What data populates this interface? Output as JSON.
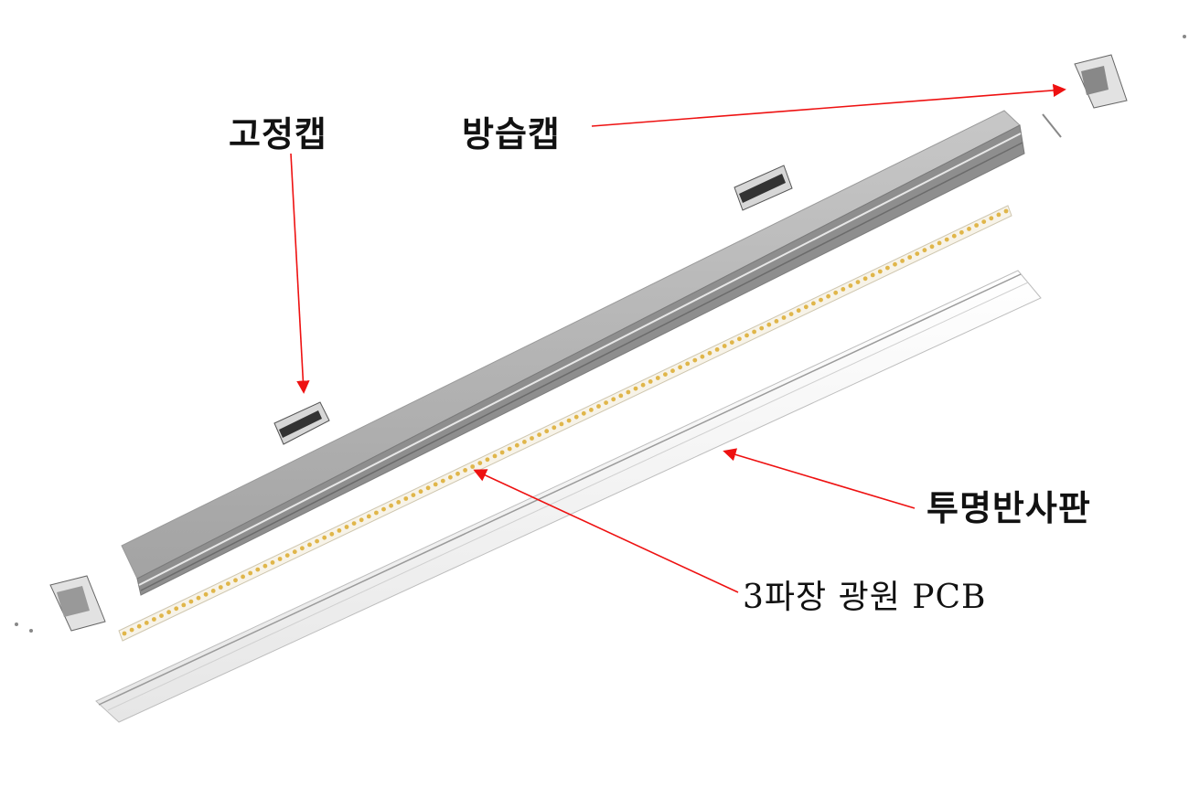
{
  "labels": {
    "fixing_cap": "고정캡",
    "moisture_cap": "방습캡",
    "reflector": "투명반사판",
    "pcb": "3파장 광원 PCB"
  },
  "colors": {
    "arrow": "#ee1111",
    "housing_top": "#b4b4b4",
    "housing_side": "#8c8c8c",
    "led": "#e0b64a",
    "reflector": "#f2f2f2"
  },
  "chart_data": {
    "type": "diagram",
    "title": "",
    "parts": [
      "고정캡",
      "방습캡",
      "투명반사판",
      "3파장 광원 PCB"
    ]
  }
}
